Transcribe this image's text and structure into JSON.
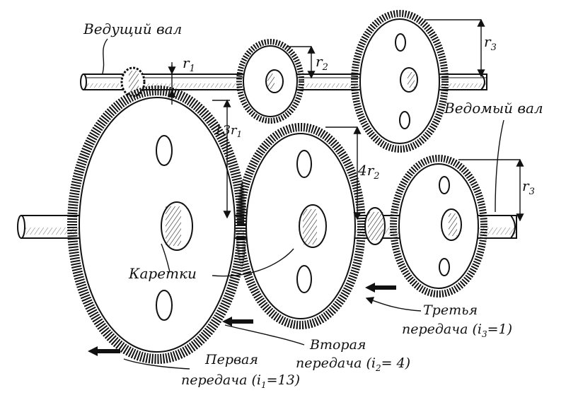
{
  "labels": {
    "driving_shaft": "Ведущий вал",
    "driven_shaft": "Ведомый вал",
    "carriages": "Каретки",
    "r1": "r",
    "r1_sub": "1",
    "r2": "r",
    "r2_sub": "2",
    "r3_top": "r",
    "r3_top_sub": "3",
    "r3_right": "r",
    "r3_right_sub": "3",
    "radius_13r1": "13r",
    "radius_13r1_sub": "1",
    "radius_4r2": "4r",
    "radius_4r2_sub": "2"
  },
  "gears": {
    "first": {
      "line1": "Первая",
      "line2_prefix": "передача (",
      "ratio_symbol": "i",
      "ratio_sub": "1",
      "ratio_value": "=13)"
    },
    "second": {
      "line1": "Вторая",
      "line2_prefix": "передача (",
      "ratio_symbol": "i",
      "ratio_sub": "2",
      "ratio_value": "= 4)"
    },
    "third": {
      "line1": "Третья",
      "line2_prefix": "передача (",
      "ratio_symbol": "i",
      "ratio_sub": "3",
      "ratio_value": "=1)"
    }
  },
  "colors": {
    "ink": "#111111",
    "paper": "#ffffff"
  }
}
